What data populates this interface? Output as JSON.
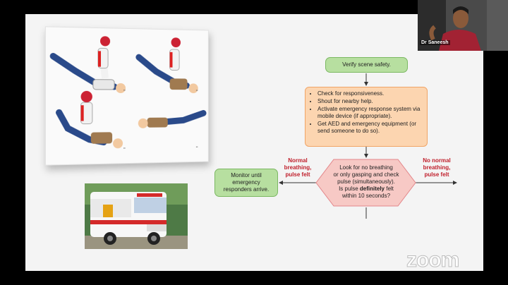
{
  "flowchart": {
    "start": "Verify scene safety.",
    "checklist": [
      "Check for responsiveness.",
      "Shout for nearby help.",
      "Activate emergency response system via mobile device (if appropriate).",
      "Get AED and emergency equipment (or send someone to do so)."
    ],
    "decision_line1": "Look for no breathing",
    "decision_line2": "or only gasping and check",
    "decision_line3": "pulse (simultaneously).",
    "decision_line4_pre": "Is pulse ",
    "decision_line4_bold": "definitely",
    "decision_line4_post": " felt",
    "decision_line5": "within 10 seconds?",
    "left_branch_label_1": "Normal",
    "left_branch_label_2": "breathing,",
    "left_branch_label_3": "pulse felt",
    "right_branch_label_1": "No normal",
    "right_branch_label_2": "breathing,",
    "right_branch_label_3": "pulse felt",
    "monitor_line1": "Monitor until",
    "monitor_line2": "emergency",
    "monitor_line3": "responders arrive."
  },
  "webcam": {
    "participant_name": "Dr Saneesh"
  },
  "watermark": "zoom",
  "colors": {
    "green_box": "#b7dfa0",
    "orange_box": "#fcd5b0",
    "diamond": "#f7c9c5",
    "red_label": "#c0202c"
  }
}
